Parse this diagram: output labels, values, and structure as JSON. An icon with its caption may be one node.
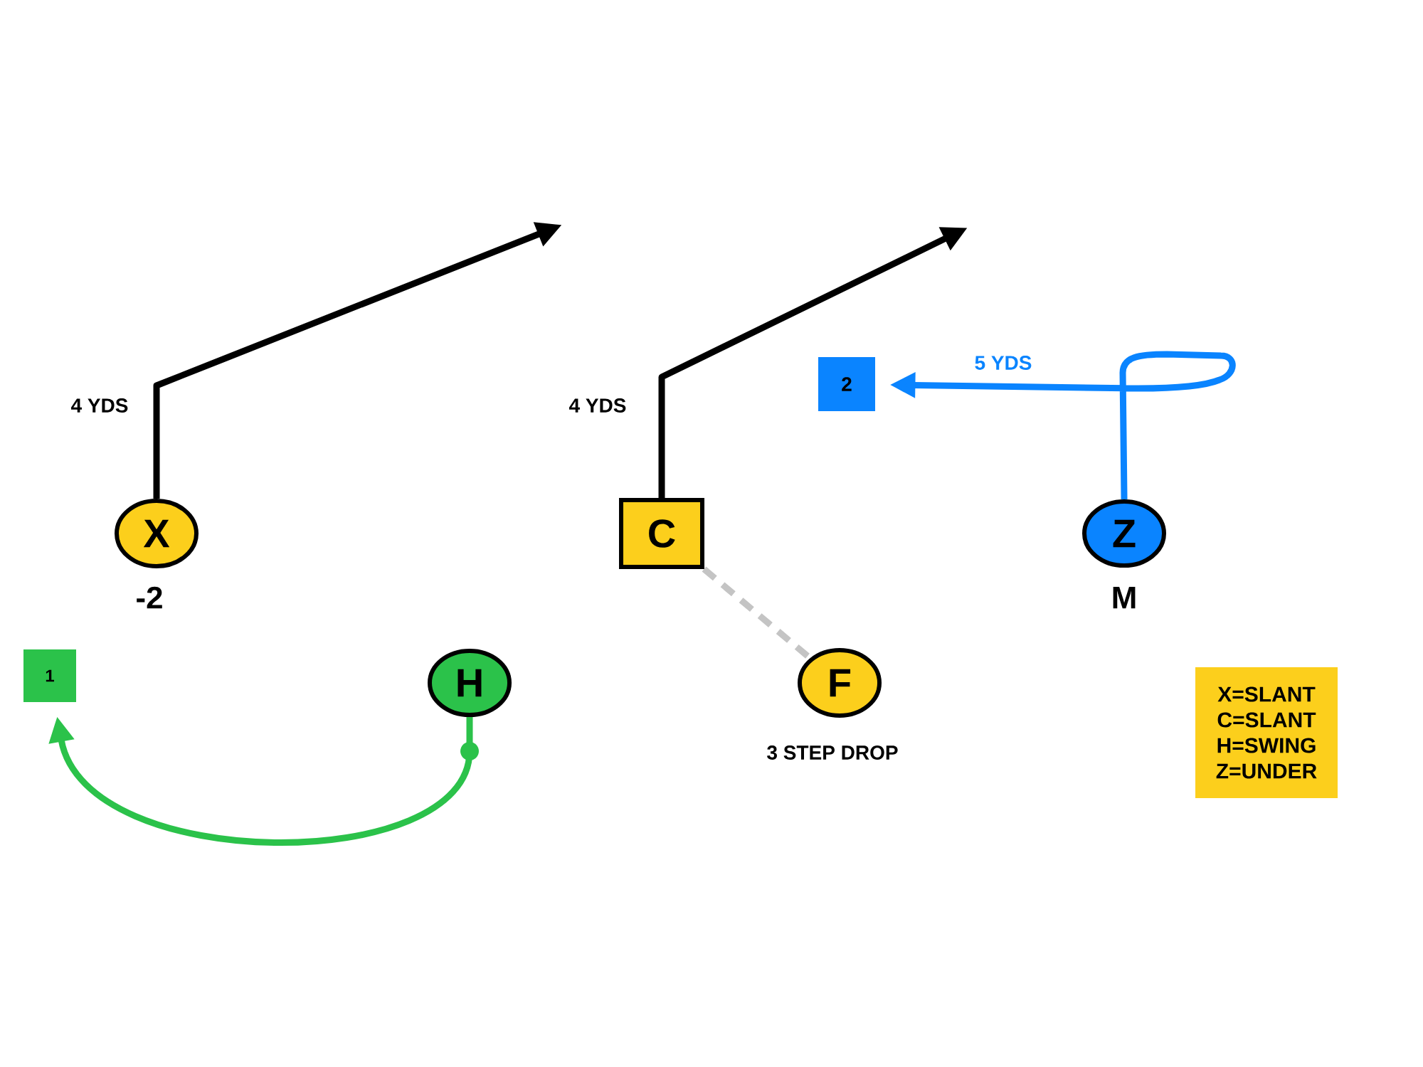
{
  "diagram": {
    "nodes": [
      {
        "text": [
          "X"
        ],
        "beside": [
          "-2"
        ]
      },
      {
        "text": [
          "C"
        ]
      },
      {
        "text": [
          "Z"
        ],
        "beside": [
          "M"
        ]
      },
      {
        "text": [
          "H"
        ]
      },
      {
        "text": [
          "F"
        ],
        "beside": [
          "3 STEP DROP"
        ]
      },
      {
        "text": [
          "1"
        ]
      },
      {
        "text": [
          "2"
        ]
      },
      {
        "text": [
          "X=SLANT",
          "C=SLANT",
          "H=SWING",
          "Z=UNDER"
        ]
      }
    ],
    "edges": [
      {
        "from": 0,
        "to": null,
        "arrow": "to",
        "label": "4 YDS"
      },
      {
        "from": 1,
        "to": null,
        "arrow": "to",
        "label": "4 YDS"
      },
      {
        "from": 2,
        "to": 6,
        "arrow": "to",
        "label": "5 YDS",
        "color": "#0a84ff"
      },
      {
        "from": 3,
        "to": 5,
        "arrow": "to",
        "color": "#2bc24a"
      },
      {
        "from": 1,
        "to": 4,
        "arrow": "none",
        "style": "dashed",
        "color": "#c4c4c4"
      }
    ]
  }
}
